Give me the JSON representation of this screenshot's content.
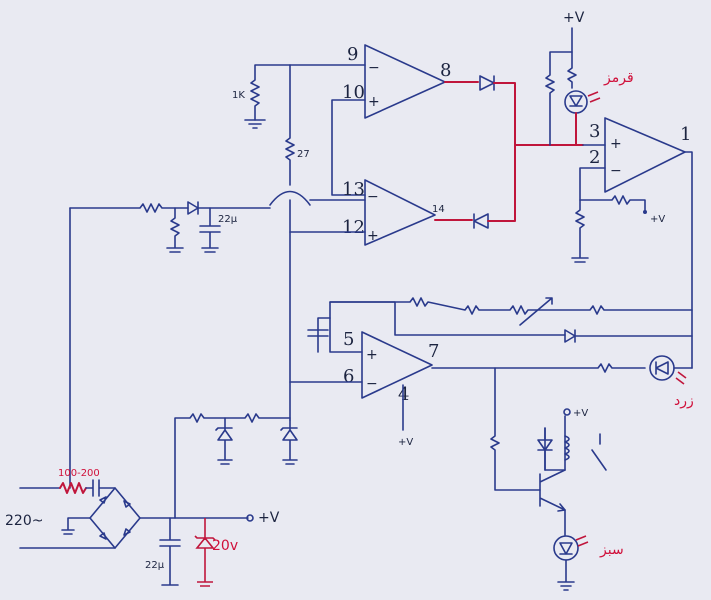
{
  "labels": {
    "pin_9": "9",
    "pin_10": "10",
    "pin_8": "8",
    "pin_13": "13",
    "pin_12": "12",
    "pin_14": "14",
    "pin_3": "3",
    "pin_2": "2",
    "pin_1": "1",
    "pin_5": "5",
    "pin_6": "6",
    "pin_7": "7",
    "pin_4": "4",
    "supply_top": "+V",
    "supply_pin4": "+V",
    "supply_output": "+V",
    "supply_comparator": "+V",
    "supply_relay": "+V",
    "r_1k": "1K",
    "r_27": "27",
    "c_22": "22μ",
    "c_bottom": "22μ",
    "zener_20v": "20v",
    "res_100_200": "100-200",
    "ac_input": "220~",
    "led_red": "قرمز",
    "led_yellow": "زرد",
    "led_green": "سبز"
  },
  "colors": {
    "ink": "#2a3a8c",
    "accent": "#d0103a",
    "paper": "#e9eaf2"
  }
}
